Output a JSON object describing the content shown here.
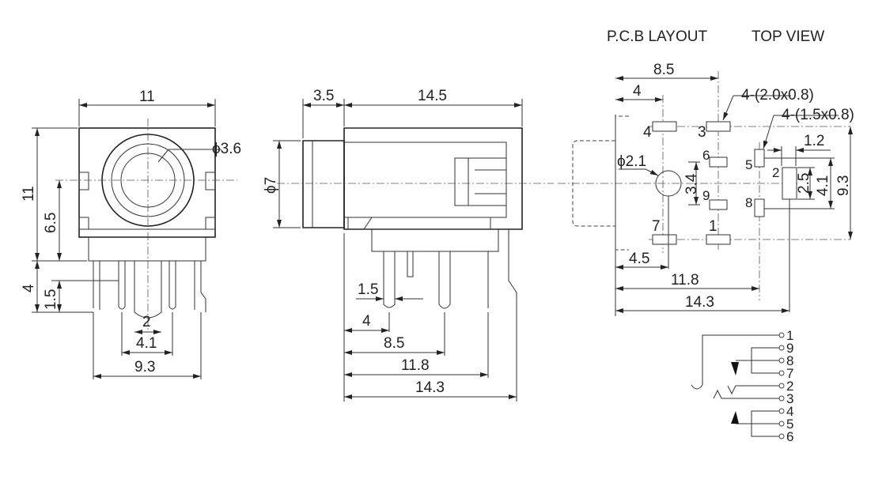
{
  "header": {
    "pcb_layout": "P.C.B LAYOUT",
    "top_view": "TOP VIEW"
  },
  "front_view": {
    "width": "11",
    "height": "11",
    "hole_dia": "ϕ3.6",
    "center_height": "6.5",
    "pin_len": "4",
    "pin_offset": "1.5",
    "pin_pitch": "2",
    "pin_span_a": "4.1",
    "pin_span_b": "9.3"
  },
  "side_view": {
    "nose_len": "3.5",
    "body_len": "14.5",
    "nose_dia": "ϕ7",
    "pin_width": "1.5",
    "dim_4": "4",
    "dim_8_5": "8.5",
    "dim_11_8": "11.8",
    "dim_14_3": "14.3"
  },
  "pcb": {
    "dim_8_5": "8.5",
    "dim_4": "4",
    "pad_large": "4-(2.0x0.8)",
    "pad_small": "4-(1.5x0.8)",
    "hole_dia": "ϕ2.1",
    "dim_3_4": "3.4",
    "dim_1_2": "1.2",
    "dim_2_5": "2.5",
    "dim_4_1": "4.1",
    "dim_9_3": "9.3",
    "dim_4_5": "4.5",
    "dim_11_8": "11.8",
    "dim_14_3": "14.3",
    "pin_labels": {
      "p1": "1",
      "p2": "2",
      "p3": "3",
      "p4": "4",
      "p5": "5",
      "p6": "6",
      "p7": "7",
      "p8": "8",
      "p9": "9"
    }
  },
  "schematic": {
    "pins": [
      "1",
      "9",
      "8",
      "7",
      "2",
      "3",
      "4",
      "5",
      "6"
    ]
  }
}
